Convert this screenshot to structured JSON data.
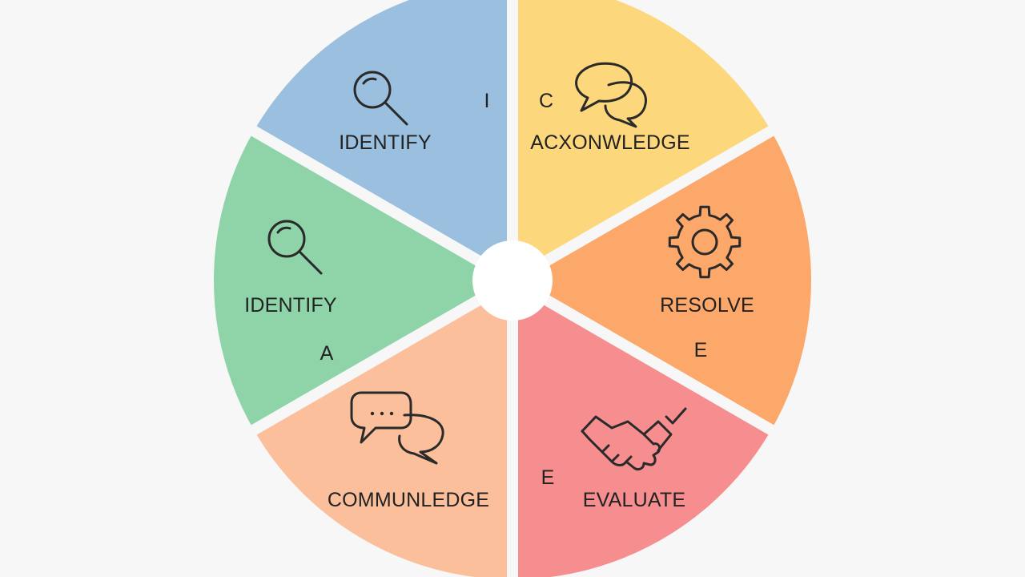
{
  "segments": [
    {
      "id": "top-left",
      "label": "IDENTIFY",
      "letter": "I",
      "icon": "magnifier-icon",
      "color": "#9bbfdf"
    },
    {
      "id": "top-right",
      "label": "ACXONWLEDGE",
      "letter": "C",
      "icon": "speech-bubbles-icon",
      "color": "#fcd77c"
    },
    {
      "id": "right",
      "label": "RESOLVE",
      "letter": "E",
      "icon": "gear-icon",
      "color": "#fba86a"
    },
    {
      "id": "bottom-right",
      "label": "EVALUATE",
      "letter": "E",
      "icon": "handshake-icon",
      "color": "#f68d8f"
    },
    {
      "id": "bottom-left",
      "label": "COMMUNLEDGE",
      "letter": "",
      "icon": "chat-dots-icon",
      "color": "#fbbf9c"
    },
    {
      "id": "left",
      "label": "IDENTIFY",
      "letter": "A",
      "icon": "magnifier-icon",
      "color": "#8ed4a8"
    }
  ],
  "center_color": "#ffffff",
  "divider_color": "#f7f7f7"
}
